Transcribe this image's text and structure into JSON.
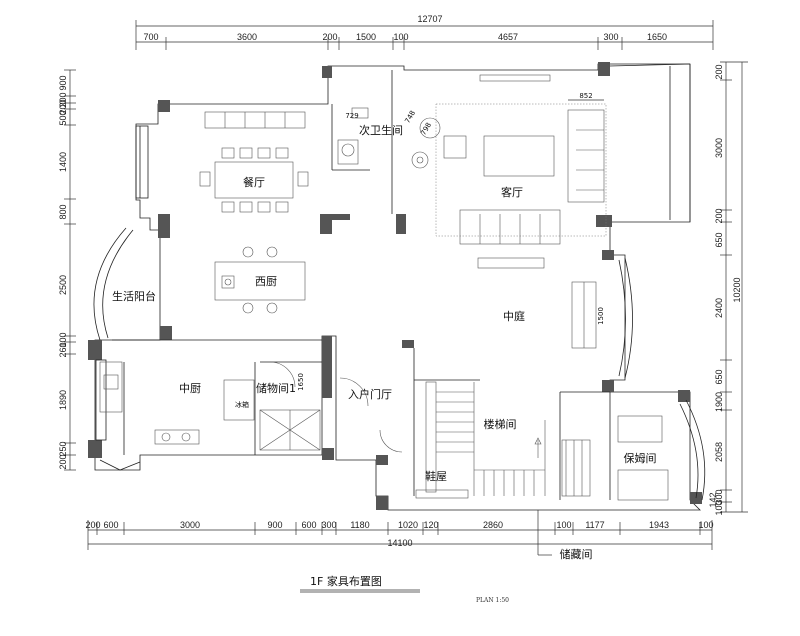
{
  "drawing": {
    "title": "1F 家具布置图",
    "scale_note": "PLAN  1:50",
    "top_dims": {
      "total": "12707",
      "segments": [
        "700",
        "3600",
        "200",
        "1500",
        "100",
        "4657",
        "300",
        "1650"
      ]
    },
    "bottom_dims": {
      "total": "14100",
      "segments": [
        "200",
        "600",
        "3000",
        "900",
        "600",
        "300",
        "1180",
        "1020",
        "120",
        "2860",
        "100",
        "1177",
        "1943",
        "100"
      ]
    },
    "left_dims": [
      "900",
      "200",
      "200",
      "500",
      "1400",
      "800",
      "2500",
      "100",
      "260",
      "1890",
      "250",
      "200"
    ],
    "right_dims": {
      "total": "10200",
      "segments": [
        "200",
        "3000",
        "200",
        "650",
        "2400",
        "650",
        "1900",
        "2058",
        "300",
        "100",
        "142"
      ]
    },
    "inner_dims": {
      "d852": "852",
      "d729": "729",
      "d748": "748",
      "d798": "798",
      "d1500": "1500",
      "d1650": "1650"
    },
    "rooms": {
      "dining": "餐厅",
      "western_kitchen": "西厨",
      "utility_balcony": "生活阳台",
      "kitchen": "中厨",
      "storage1": "储物间1",
      "entrance": "入户门厅",
      "guest_bath": "次卫生间",
      "living": "客厅",
      "courtyard": "中庭",
      "stair": "楼梯间",
      "shoe": "鞋屋",
      "nanny": "保姆间",
      "storage_room": "储藏间",
      "fridge": "冰箱"
    }
  }
}
